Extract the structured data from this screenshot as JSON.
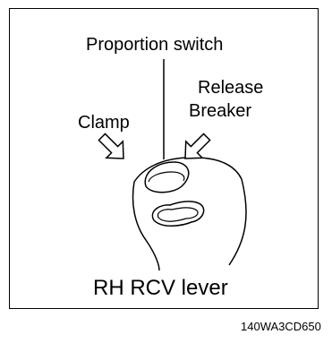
{
  "labels": {
    "proportion_switch": "Proportion switch",
    "release": "Release",
    "breaker": "Breaker",
    "clamp": "Clamp",
    "lever_name": "RH RCV lever",
    "figure_code": "140WA3CD650"
  }
}
